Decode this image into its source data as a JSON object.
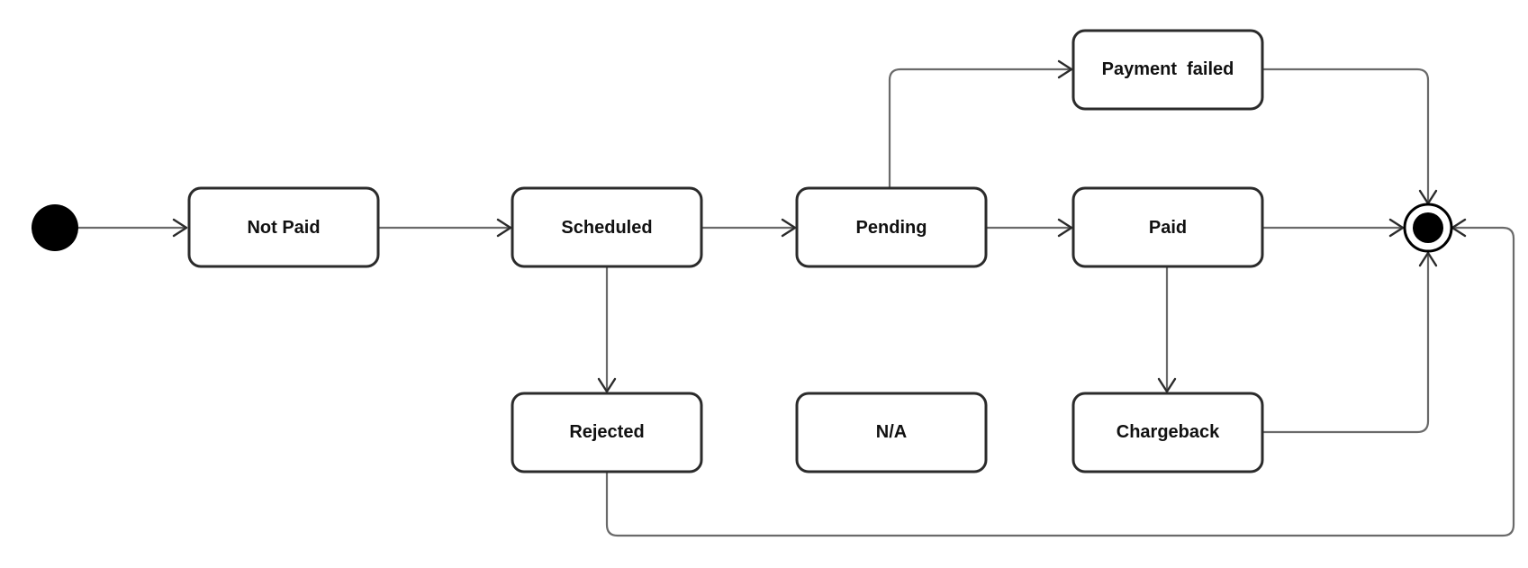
{
  "diagram": {
    "type": "state-machine",
    "initial_state": "initial",
    "final_state": "final",
    "states": {
      "not_paid": "Not Paid",
      "scheduled": "Scheduled",
      "pending": "Pending",
      "payment_failed": "Payment  failed",
      "paid": "Paid",
      "rejected": "Rejected",
      "na": "N/A",
      "chargeback": "Chargeback"
    },
    "transitions": [
      {
        "from": "initial",
        "to": "Not Paid"
      },
      {
        "from": "Not Paid",
        "to": "Scheduled"
      },
      {
        "from": "Scheduled",
        "to": "Pending"
      },
      {
        "from": "Scheduled",
        "to": "Rejected"
      },
      {
        "from": "Pending",
        "to": "Paid"
      },
      {
        "from": "Pending",
        "to": "Payment  failed"
      },
      {
        "from": "Paid",
        "to": "Chargeback"
      },
      {
        "from": "Paid",
        "to": "final"
      },
      {
        "from": "Payment  failed",
        "to": "final"
      },
      {
        "from": "Chargeback",
        "to": "final"
      },
      {
        "from": "Rejected",
        "to": "final"
      }
    ]
  }
}
